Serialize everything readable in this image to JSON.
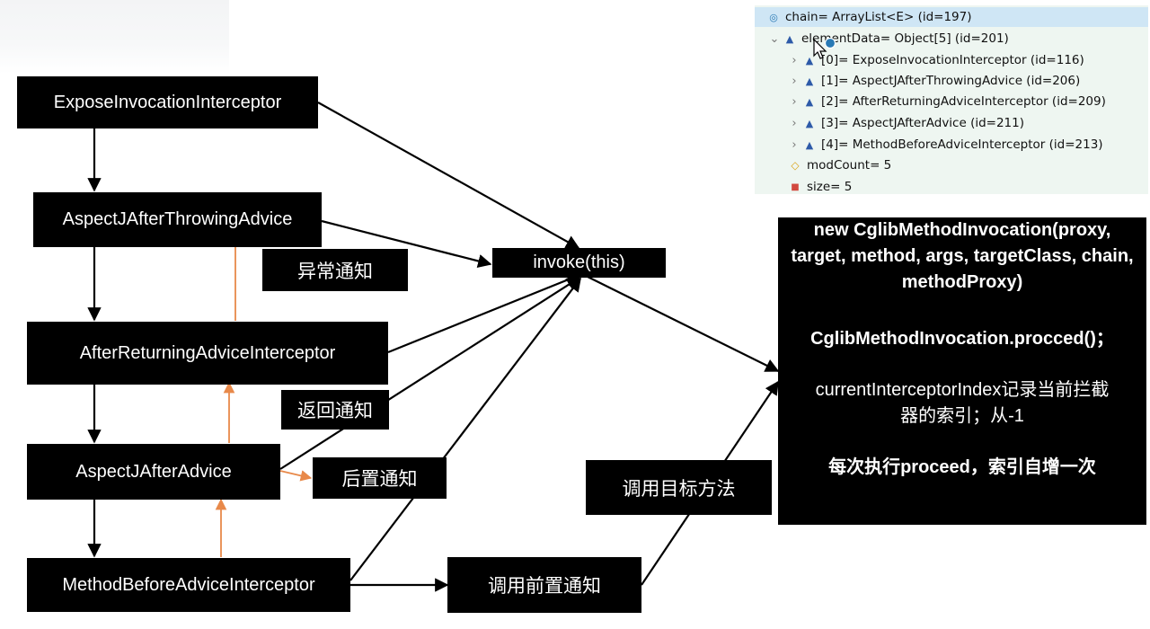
{
  "flow": {
    "nodes": {
      "expose": "ExposeInvocationInterceptor",
      "throwing": "AspectJAfterThrowingAdvice",
      "returning": "AfterReturningAdviceInterceptor",
      "after": "AspectJAfterAdvice",
      "before": "MethodBeforeAdviceInterceptor",
      "invoke": "invoke(this)"
    },
    "labels": {
      "exception_advice": "异常通知",
      "return_advice": "返回通知",
      "after_advice": "后置通知",
      "call_before_advice": "调用前置通知",
      "call_target_method": "调用目标方法"
    }
  },
  "debugger": {
    "root": "chain= ArrayList<E>  (id=197)",
    "element_data": "elementData= Object[5]  (id=201)",
    "items": [
      "[0]= ExposeInvocationInterceptor  (id=116)",
      "[1]= AspectJAfterThrowingAdvice  (id=206)",
      "[2]= AfterReturningAdviceInterceptor  (id=209)",
      "[3]= AspectJAfterAdvice  (id=211)",
      "[4]= MethodBeforeAdviceInterceptor  (id=213)"
    ],
    "mod_count": "modCount= 5",
    "size": "size= 5"
  },
  "info": {
    "line1": "new CglibMethodInvocation(proxy,",
    "line2": "target, method, args, targetClass, chain,",
    "line3": "methodProxy)",
    "line4": "CglibMethodInvocation.procced()；",
    "line5": "currentInterceptorIndex记录当前拦截",
    "line6": "器的索引；从-1",
    "line7": "每次执行proceed，索引自增一次"
  },
  "colors": {
    "box": "#000000",
    "orange_arrow": "#e8894a",
    "debug_panel": "#eef6f1",
    "debug_selected": "#cfe6f5"
  }
}
